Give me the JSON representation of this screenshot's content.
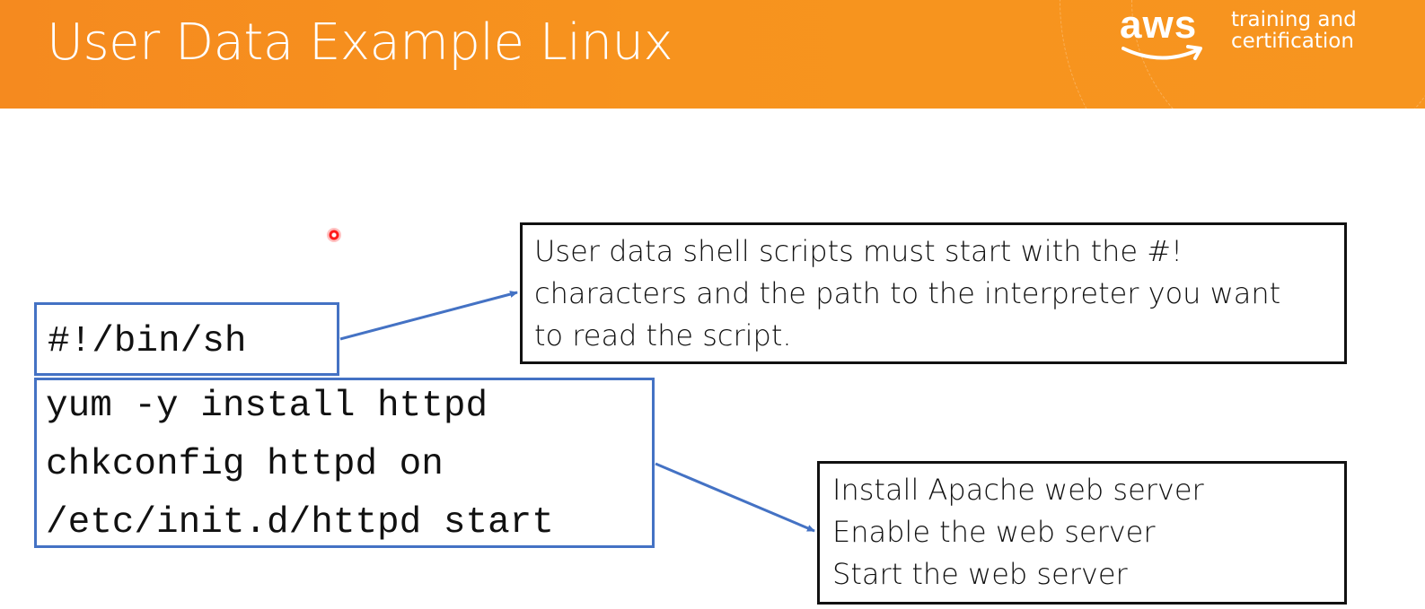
{
  "slide": {
    "title": "User Data Example Linux",
    "brand": {
      "wordmark": "aws",
      "tagline": "training and\ncertification"
    }
  },
  "code": {
    "shebang": "#!/bin/sh",
    "commands": [
      "yum -y install httpd",
      "chkconfig httpd on",
      "/etc/init.d/httpd start"
    ]
  },
  "callouts": {
    "shebang_note": [
      "User data shell scripts must start with the #!",
      "characters and the path to the interpreter you want",
      "to read the script."
    ],
    "commands_note": [
      "Install Apache web server",
      "Enable the web server",
      "Start the web server"
    ]
  },
  "colors": {
    "header_orange": "#f7931e",
    "code_border_blue": "#4472c4",
    "callout_border": "#111111"
  }
}
